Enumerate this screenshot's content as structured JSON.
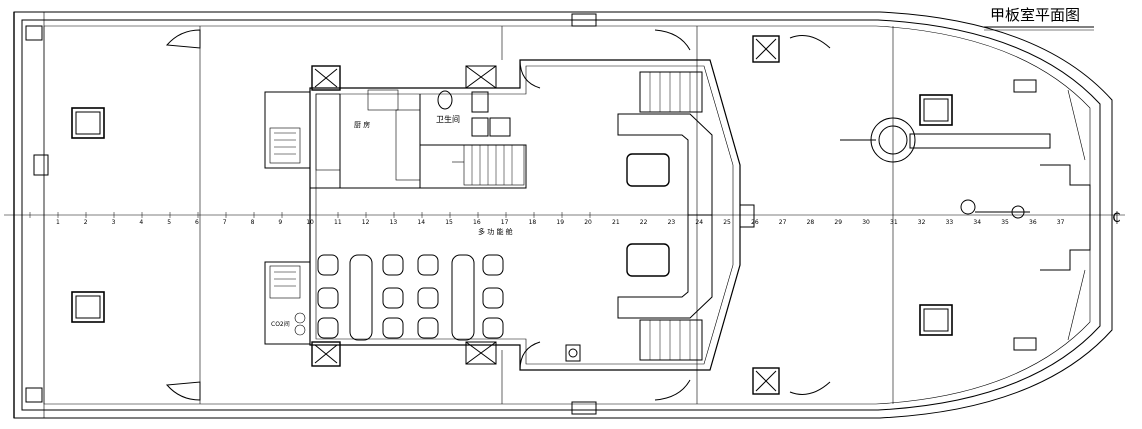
{
  "title": "甲板室平面图",
  "rooms": {
    "galley": "厨 房",
    "toilet": "卫生间",
    "multipurpose": "多 功 能 舱",
    "co2": "CO2间"
  },
  "frame_numbers": [
    "1",
    "2",
    "3",
    "4",
    "5",
    "6",
    "7",
    "8",
    "9",
    "10",
    "11",
    "12",
    "13",
    "14",
    "15",
    "16",
    "17",
    "18",
    "19",
    "20",
    "21",
    "22",
    "23",
    "24",
    "25",
    "26",
    "27",
    "28",
    "29",
    "30",
    "31",
    "32",
    "33",
    "34",
    "35",
    "36",
    "37"
  ],
  "centerline_symbol": "₵",
  "colors": {
    "line": "#000000",
    "background": "#ffffff"
  }
}
